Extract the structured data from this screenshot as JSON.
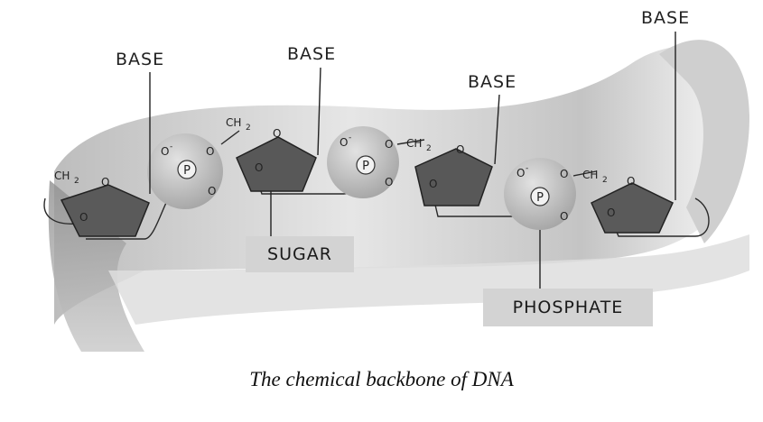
{
  "labels": {
    "base": "BASE",
    "sugar": "SUGAR",
    "phosphate": "PHOSPHATE"
  },
  "chem": {
    "ch2": "CH",
    "sub2": "2",
    "o": "O",
    "o_minus": "O",
    "minus": "-",
    "p": "P"
  },
  "caption": "The chemical backbone of DNA",
  "colors": {
    "ribbon_light": "#ededed",
    "ribbon_dark": "#9a9a9a",
    "sugar_fill": "#555555",
    "phosphate_fill": "#b9b9b9",
    "label_bg": "#d3d3d3"
  }
}
